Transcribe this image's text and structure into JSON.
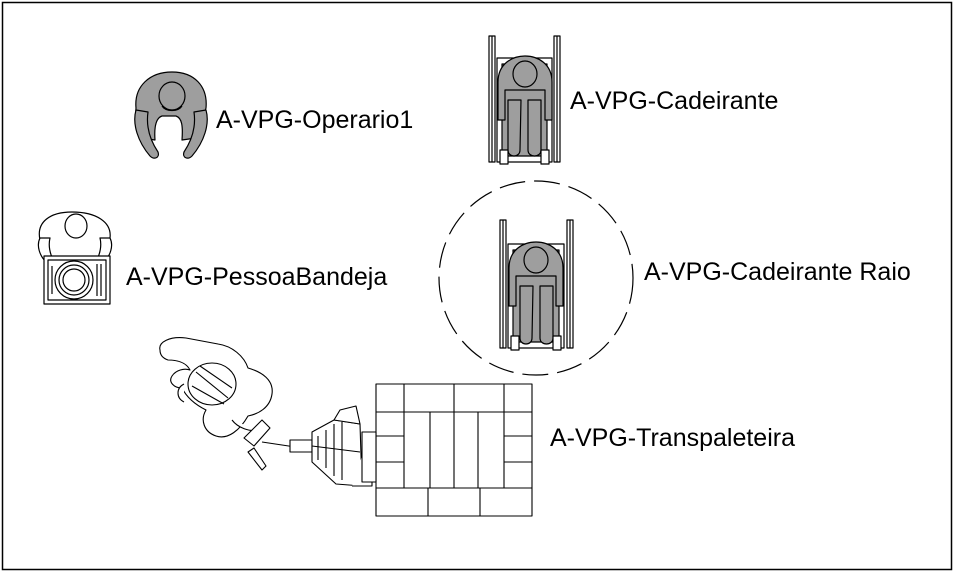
{
  "colors": {
    "background": "#ffffff",
    "line": "#000000",
    "figure_fill": "#9e9e9e",
    "light_fill": "#ffffff"
  },
  "blocks": [
    {
      "id": "operario",
      "label": "A-VPG-Operario1",
      "icon": "worker-topview-icon"
    },
    {
      "id": "cadeirante",
      "label": "A-VPG-Cadeirante",
      "icon": "wheelchair-user-topview-icon"
    },
    {
      "id": "pessoa-bandeja",
      "label": "A-VPG-PessoaBandeja",
      "icon": "person-with-tray-icon"
    },
    {
      "id": "cadeirante-raio",
      "label": "A-VPG-Cadeirante Raio",
      "icon": "wheelchair-turning-radius-icon"
    },
    {
      "id": "transpaleteira",
      "label": "A-VPG-Transpaleteira",
      "icon": "pallet-jack-operator-icon"
    }
  ]
}
